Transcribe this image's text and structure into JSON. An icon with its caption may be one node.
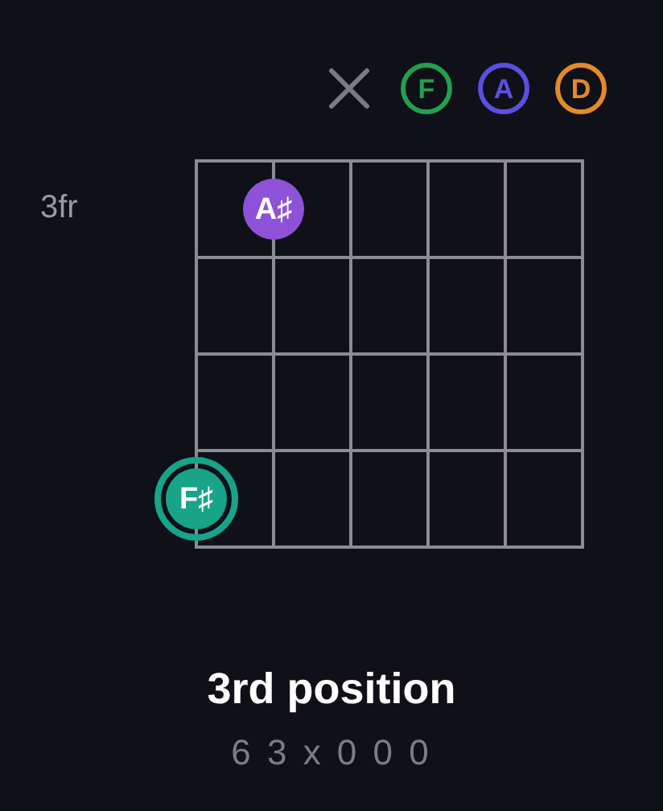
{
  "diagram": {
    "caption": "3rd position",
    "nodes": [
      {
        "text": [],
        "shape": "cross"
      },
      {
        "text": [
          "F"
        ]
      },
      {
        "text": [
          "A"
        ]
      },
      {
        "text": [
          "D"
        ]
      },
      {
        "text": [
          "A♯"
        ]
      },
      {
        "text": [
          "F♯"
        ]
      }
    ],
    "labels": [
      "3fr",
      "6 3 x 0 0 0"
    ]
  }
}
